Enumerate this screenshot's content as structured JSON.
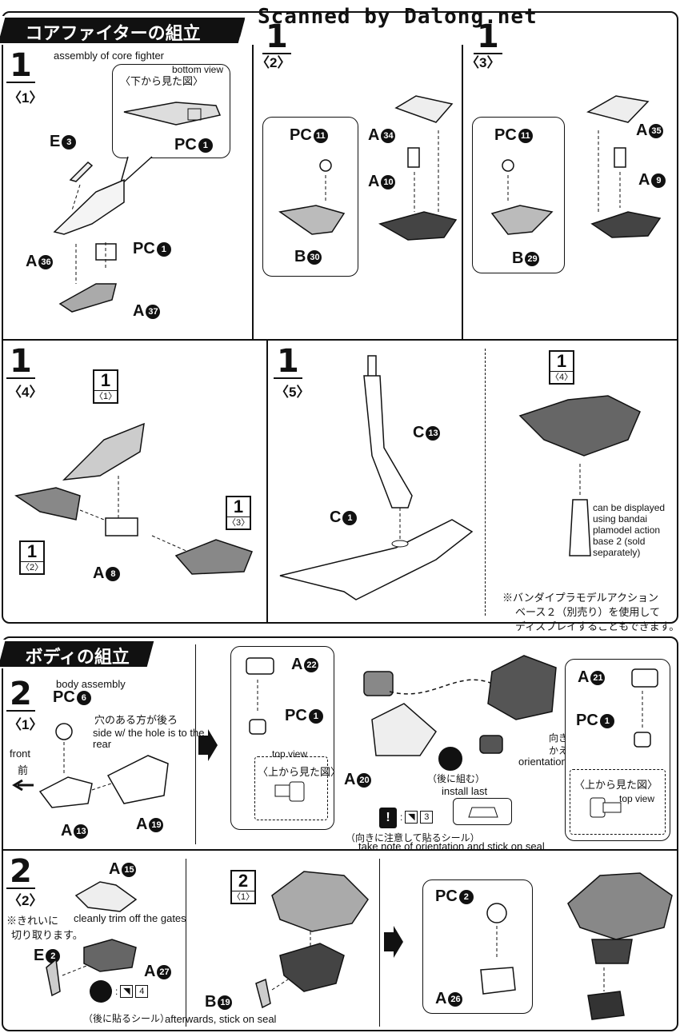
{
  "watermark": "Scanned by Dalong.net",
  "section1": {
    "title": "コアファイターの組立",
    "subtitle_en": "assembly of core fighter",
    "steps": {
      "s1_1": {
        "num": "1",
        "sub": "〈1〉"
      },
      "s1_2": {
        "num": "1",
        "sub": "〈2〉"
      },
      "s1_3": {
        "num": "1",
        "sub": "〈3〉"
      },
      "s1_4": {
        "num": "1",
        "sub": "〈4〉"
      },
      "s1_5": {
        "num": "1",
        "sub": "〈5〉"
      }
    },
    "bottom_view_en": "bottom view",
    "bottom_view_jp": "〈下から見た図〉",
    "parts": {
      "E3": {
        "letter": "E",
        "num": "3"
      },
      "PC1a": {
        "letter": "PC",
        "num": "1"
      },
      "A36": {
        "letter": "A",
        "num": "36"
      },
      "PC1b": {
        "letter": "PC",
        "num": "1"
      },
      "A37": {
        "letter": "A",
        "num": "37"
      },
      "PC11a": {
        "letter": "PC",
        "num": "11"
      },
      "A34": {
        "letter": "A",
        "num": "34"
      },
      "A10": {
        "letter": "A",
        "num": "10"
      },
      "B30": {
        "letter": "B",
        "num": "30"
      },
      "PC11b": {
        "letter": "PC",
        "num": "11"
      },
      "A35": {
        "letter": "A",
        "num": "35"
      },
      "A9": {
        "letter": "A",
        "num": "9"
      },
      "B29": {
        "letter": "B",
        "num": "29"
      },
      "A8": {
        "letter": "A",
        "num": "8"
      },
      "C13": {
        "letter": "C",
        "num": "13"
      },
      "C1": {
        "letter": "C",
        "num": "1"
      }
    },
    "refs": {
      "r1_1": {
        "num": "1",
        "sub": "〈1〉"
      },
      "r1_2": {
        "num": "1",
        "sub": "〈2〉"
      },
      "r1_3": {
        "num": "1",
        "sub": "〈3〉"
      },
      "r1_4": {
        "num": "1",
        "sub": "〈4〉"
      }
    },
    "display_note_en": "can be displayed using bandai plamodel action base 2 (sold separately)",
    "display_note_jp": [
      "※バンダイプラモデルアクション",
      "ベース２（別売り）を使用して",
      "ディスプレイすることもできます。"
    ]
  },
  "section2": {
    "title": "ボディの組立",
    "subtitle_en": "body assembly",
    "steps": {
      "s2_1": {
        "num": "2",
        "sub": "〈1〉"
      },
      "s2_2": {
        "num": "2",
        "sub": "〈2〉"
      }
    },
    "hole_note_jp": "穴のある方が後ろ",
    "hole_note_en": "side w/ the hole is to the rear",
    "front_en": "front",
    "front_jp": "前",
    "top_view_en": "top view",
    "top_view_jp": "〈上から見た図〉",
    "install_last_jp": "（後に組む）",
    "install_last_en": "install last",
    "orientation_jp": [
      "向きを",
      "かえます。"
    ],
    "orientation_en": "orientation changed",
    "seal_orient_jp": "（向きに注意して貼るシール）",
    "seal_orient_en": "take note of orientation and stick on seal",
    "seal_num_3": "3",
    "trim_en": "cleanly trim off the gates",
    "trim_jp": [
      "※きれいに",
      "切り取ります。"
    ],
    "seal_after_jp": "（後に貼るシール）",
    "seal_after_en": "afterwards, stick on seal",
    "seal_num_4": "4",
    "ref_2_1": {
      "num": "2",
      "sub": "〈1〉"
    },
    "parts": {
      "PC6": {
        "letter": "PC",
        "num": "6"
      },
      "A13": {
        "letter": "A",
        "num": "13"
      },
      "A19": {
        "letter": "A",
        "num": "19"
      },
      "A22": {
        "letter": "A",
        "num": "22"
      },
      "PC1c": {
        "letter": "PC",
        "num": "1"
      },
      "A20": {
        "letter": "A",
        "num": "20"
      },
      "A21": {
        "letter": "A",
        "num": "21"
      },
      "PC1d": {
        "letter": "PC",
        "num": "1"
      },
      "A15": {
        "letter": "A",
        "num": "15"
      },
      "E2": {
        "letter": "E",
        "num": "2"
      },
      "A27": {
        "letter": "A",
        "num": "27"
      },
      "B19": {
        "letter": "B",
        "num": "19"
      },
      "PC2": {
        "letter": "PC",
        "num": "2"
      },
      "A26": {
        "letter": "A",
        "num": "26"
      }
    }
  }
}
